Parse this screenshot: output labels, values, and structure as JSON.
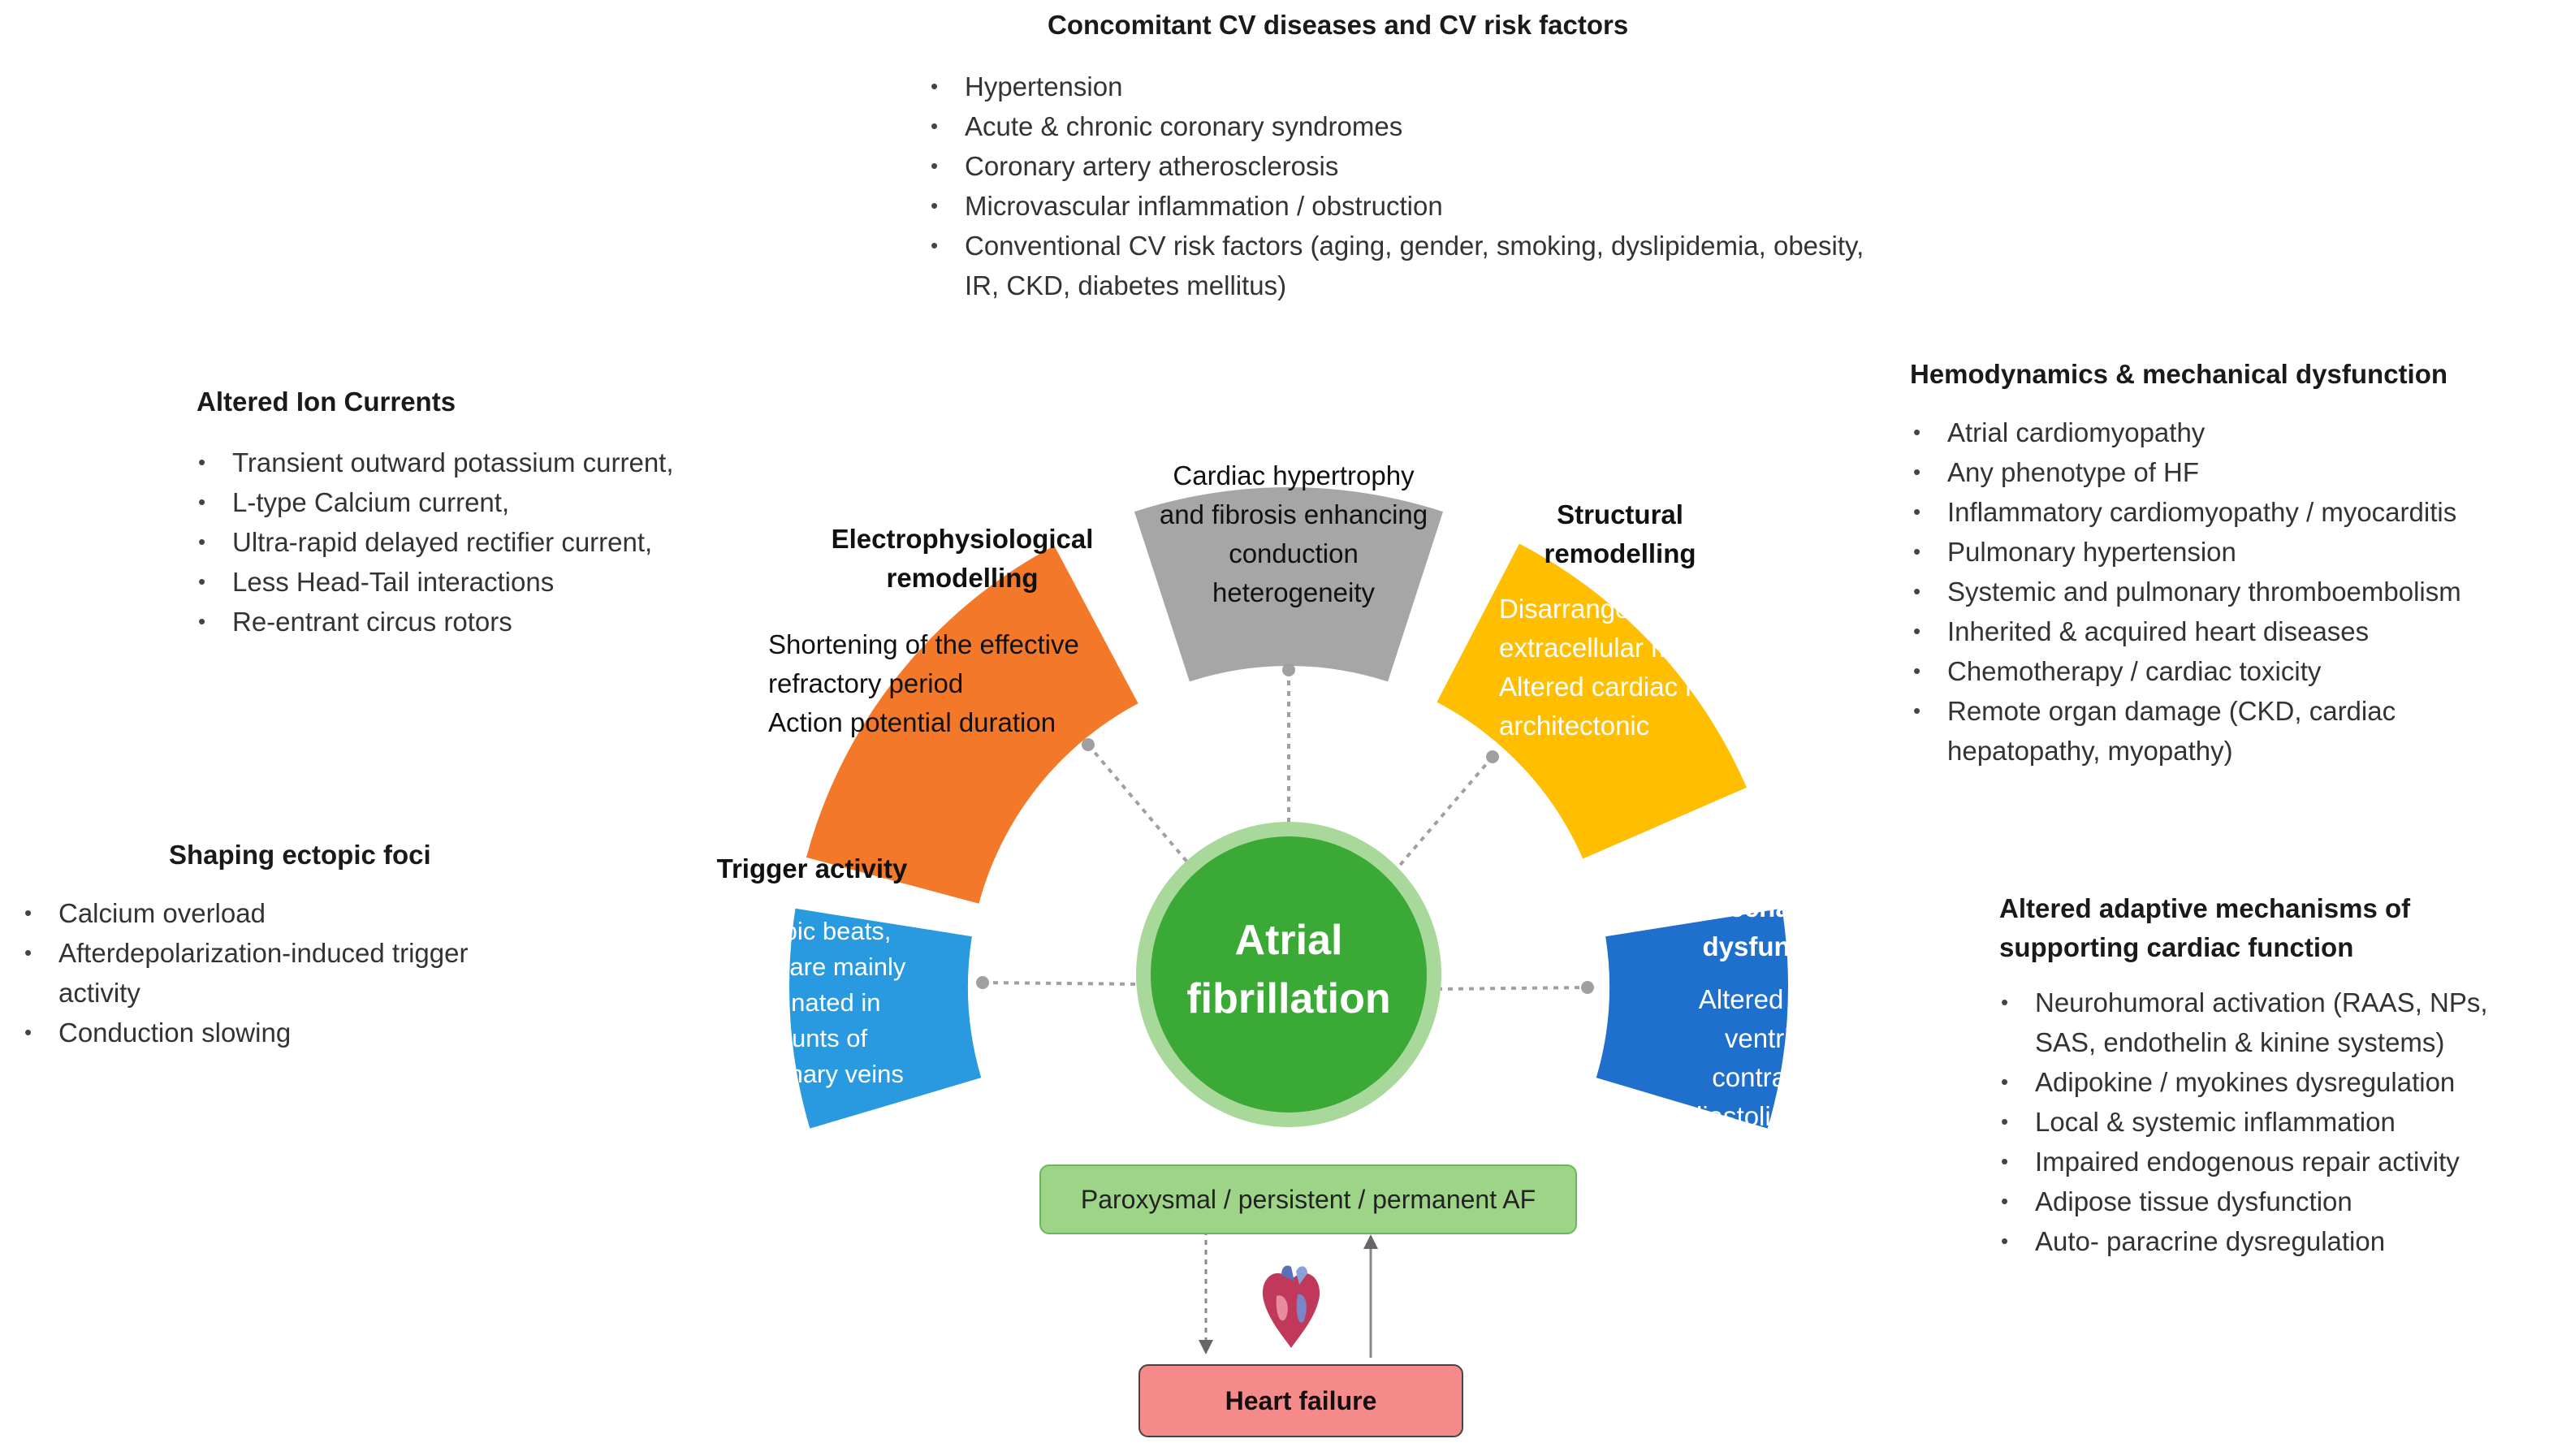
{
  "top": {
    "heading": "Concomitant CV diseases and CV risk factors",
    "items": [
      "Hypertension",
      "Acute & chronic coronary syndromes",
      "Coronary artery atherosclerosis",
      "Microvascular inflammation / obstruction",
      "Conventional CV risk factors (aging, gender, smoking, dyslipidemia, obesity, IR, CKD, diabetes mellitus)"
    ]
  },
  "ion": {
    "heading": "Altered Ion Currents",
    "items": [
      "Transient outward  potassium current,",
      "L-type Calcium current,",
      "Ultra-rapid delayed rectifier current,",
      "Less Head-Tail interactions",
      "Re-entrant circus rotors"
    ]
  },
  "ectopic": {
    "heading": "Shaping ectopic foci",
    "items": [
      "Calcium overload",
      "Afterdepolarization-induced trigger activity",
      "Conduction slowing"
    ]
  },
  "hemo": {
    "heading": "Hemodynamics & mechanical dysfunction",
    "items": [
      "Atrial cardiomyopathy",
      "Any phenotype  of HF",
      "Inflammatory cardiomyopathy / myocarditis",
      "Pulmonary hypertension",
      "Systemic and pulmonary  thromboembolism",
      "Inherited & acquired heart diseases",
      "Chemotherapy  / cardiac toxicity",
      "Remote organ damage (CKD, cardiac hepatopathy, myopathy)"
    ]
  },
  "adaptive": {
    "heading_line1": "Altered adaptive mechanisms of",
    "heading_line2": "supporting cardiac function",
    "items": [
      "Neurohumoral  activation (RAAS, NPs, SAS, endothelin & kinine systems)",
      "Adipokine  / myokines dysregulation",
      "Local & systemic inflammation",
      "Impaired endogenous repair activity",
      "Adipose tissue dysfunction",
      "Auto- paracrine dysregulation"
    ]
  },
  "segments": {
    "trigger": {
      "title": "Trigger activity",
      "body_lines": [
        "Ectopic beats,",
        "which are mainly",
        "originated in",
        "mounts of",
        "pulmonary veins"
      ],
      "color": "#2a9ae0"
    },
    "electro": {
      "title_line1": "Electrophysiological",
      "title_line2": "remodelling",
      "body_lines": [
        "Shortening of the effective",
        "refractory period",
        "Action potential duration"
      ],
      "color": "#f4782a"
    },
    "adverse": {
      "title_line1": "Adverse cardiac",
      "title_line2": "remodeling",
      "body_lines": [
        "Cardiac hypertrophy",
        "and  fibrosis enhancing",
        "conduction",
        "heterogeneity"
      ],
      "color": "#a6a6a6"
    },
    "structural": {
      "title_line1": "Structural",
      "title_line2": "remodelling",
      "body_lines": [
        "Disarrangement of",
        "extracellular matrix",
        "Altered cardiac myocyte",
        "architectonic"
      ],
      "color": "#ffbf00"
    },
    "mechanical": {
      "title_lines": [
        "Atrial & ventricular",
        "mechanical",
        "dysfunction"
      ],
      "body_lines": [
        "Altered atrial &",
        "ventricular",
        "contractility /",
        "diastolic function"
      ],
      "color": "#1f6fcc"
    }
  },
  "center": {
    "line1": "Atrial",
    "line2": "fibrillation",
    "color": "#3aa935",
    "ring_color": "#a9d89b"
  },
  "af_types_box": {
    "label": "Paroxysmal / persistent / permanent AF",
    "color": "#9ed488"
  },
  "hf_box": {
    "label": "Heart failure",
    "color": "#f58a8a"
  },
  "heart_icon": "heart-anatomy-icon"
}
